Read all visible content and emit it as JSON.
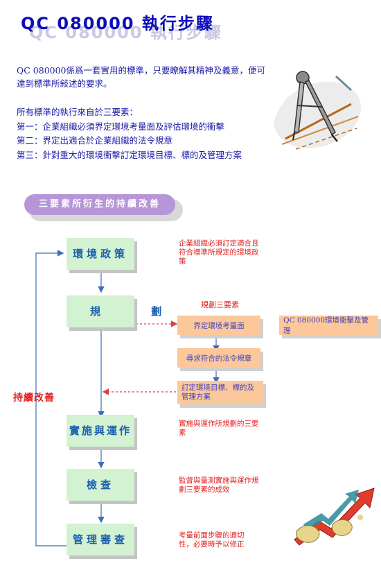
{
  "title": "QC 080000 執行步驟",
  "intro": "QC 080000係爲一套實用的標準，只要瞭解其精神及義意，便可達到標準所敍述的要求。",
  "requirements": {
    "lead": "所有標準的執行來自於三要素：",
    "items": [
      "第一：企業組織必須界定環境考量面及評估環境的衝擊",
      "第二：界定出適合於企業組織的法令規章",
      "第三：針對重大的環境衝擊訂定環境目標、標的及管理方案"
    ]
  },
  "section_label": "三要素所衍生的持續改善",
  "flow": {
    "steps": [
      "環境政策",
      "規 劃",
      "實施與運作",
      "檢查",
      "管理審查"
    ],
    "loop_label": "持續改善",
    "planning_heading": "規劃三要素",
    "planning_elements": [
      "界定環境考量面",
      "尋求符合的法令規章",
      "訂定環境目標、標的及管理方案"
    ],
    "side_box": "QC 080000環境衝擊及管理",
    "notes": [
      "企業組織必須訂定適合且符合標準所規定的環境政策",
      "實施與運作所規劃的三要素",
      "監督與量測實施與運作規劃三要素的成效",
      "考量前面步驟的適切性，必要時予以修正"
    ]
  },
  "colors": {
    "title": "#0c0cb8",
    "step_fill": "#d2f2d2",
    "step_text": "#1b5fae",
    "orange_fill": "#fcc89b",
    "note_red": "#e62020",
    "pill": "#b796d8"
  },
  "icons": [
    "compass-icon",
    "growth-arrows-icon"
  ]
}
